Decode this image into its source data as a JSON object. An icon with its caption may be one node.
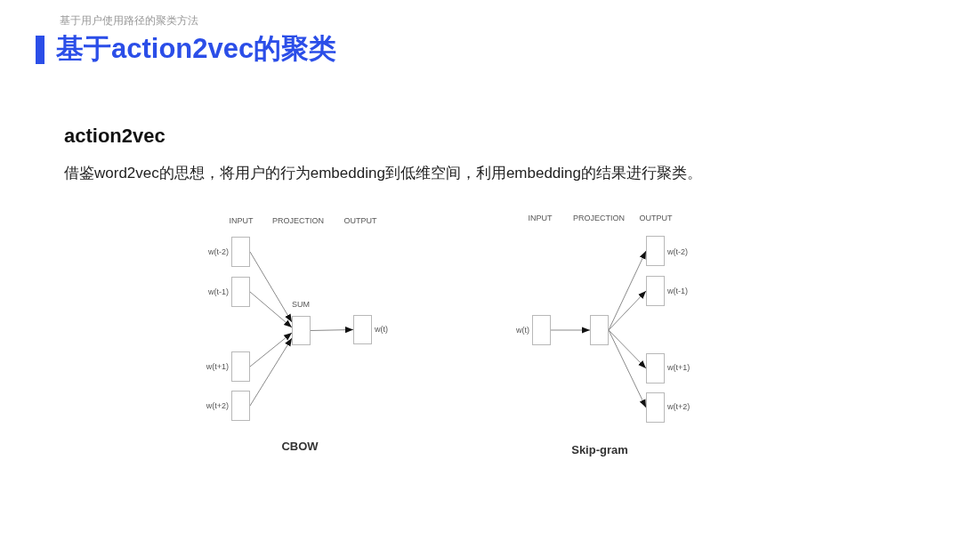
{
  "diagram": {
    "title": "基于action2vec的聚类",
    "nodes": [
      {
        "text": [],
        "shape": "box",
        "beside": [
          "w(t-2)"
        ]
      },
      {
        "text": [],
        "shape": "box",
        "beside": [
          "w(t-1)"
        ]
      },
      {
        "text": [],
        "shape": "box",
        "beside": [
          "w(t+1)"
        ]
      },
      {
        "text": [],
        "shape": "box",
        "beside": [
          "w(t+2)"
        ]
      },
      {
        "text": [],
        "shape": "box",
        "beside": [
          "SUM"
        ]
      },
      {
        "text": [],
        "shape": "box",
        "beside": [
          "w(t)"
        ]
      },
      {
        "text": [],
        "shape": "box",
        "beside": [
          "w(t)"
        ]
      },
      {
        "text": [],
        "shape": "box"
      },
      {
        "text": [],
        "shape": "box",
        "beside": [
          "w(t-2)"
        ]
      },
      {
        "text": [],
        "shape": "box",
        "beside": [
          "w(t-1)"
        ]
      },
      {
        "text": [],
        "shape": "box",
        "beside": [
          "w(t+1)"
        ]
      },
      {
        "text": [],
        "shape": "box",
        "beside": [
          "w(t+2)"
        ]
      }
    ],
    "edges": [
      {
        "from": 0,
        "to": 4,
        "arrow": "to"
      },
      {
        "from": 1,
        "to": 4,
        "arrow": "to"
      },
      {
        "from": 2,
        "to": 4,
        "arrow": "to"
      },
      {
        "from": 3,
        "to": 4,
        "arrow": "to"
      },
      {
        "from": 4,
        "to": 5,
        "arrow": "to"
      },
      {
        "from": 6,
        "to": 7,
        "arrow": "to"
      },
      {
        "from": 7,
        "to": 8,
        "arrow": "to"
      },
      {
        "from": 7,
        "to": 9,
        "arrow": "to"
      },
      {
        "from": 7,
        "to": 10,
        "arrow": "to"
      },
      {
        "from": 7,
        "to": 11,
        "arrow": "to"
      }
    ],
    "labels": [
      "基于用户使用路径的聚类方法",
      "action2vec",
      "借鉴word2vec的思想，将用户的行为embedding到低维空间，利用embedding的结果进行聚类。",
      "INPUT",
      "PROJECTION",
      "OUTPUT",
      "INPUT",
      "PROJECTION",
      "OUTPUT",
      "CBOW",
      "Skip-gram"
    ]
  }
}
